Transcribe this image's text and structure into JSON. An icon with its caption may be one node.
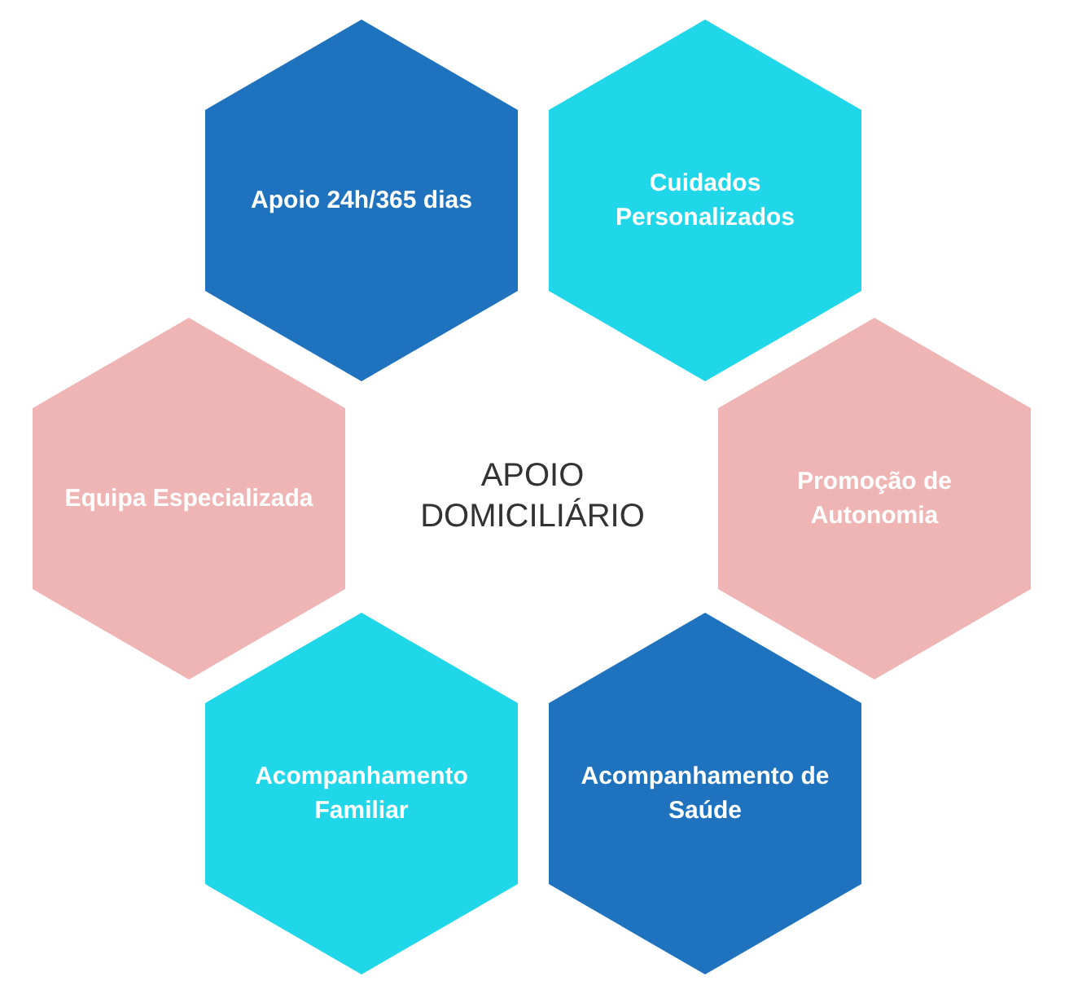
{
  "diagram": {
    "title": "APOIO DOMICILIÁRIO",
    "nodes": [
      {
        "text": [
          "Apoio 24h/365 dias"
        ]
      },
      {
        "text": [
          "Cuidados Personalizados"
        ]
      },
      {
        "text": [
          "Equipa Especializada"
        ]
      },
      {
        "text": [
          "Promoção de Autonomia"
        ]
      },
      {
        "text": [
          "Acompanhamento Familiar"
        ]
      },
      {
        "text": [
          "Acompanhamento de Saúde"
        ]
      }
    ]
  }
}
